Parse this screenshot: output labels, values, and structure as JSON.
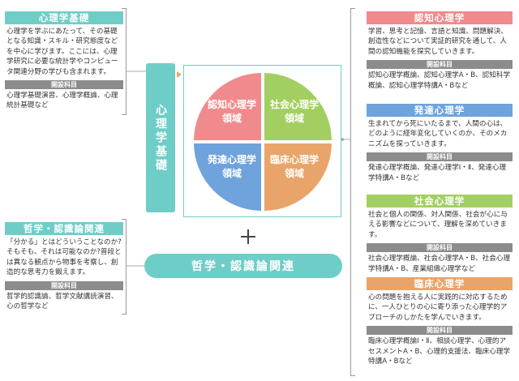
{
  "colors": {
    "teal": "#6fcdc7",
    "cognitive": "#f08a8c",
    "social": "#a3cf62",
    "developmental": "#6ea3dc",
    "clinical": "#e9a46a",
    "gray_header": "#8c8c8c"
  },
  "basics": {
    "title": "心理学基礎",
    "desc": "心理学を学ぶにあたって、その基礎となる知識・スキル・研究態度などを中心に学びます。ここには、心理学研究に必要な統計学やコンピュータ関連分野の学びも含まれます。",
    "courses_label": "開設科目",
    "courses": "心理学基礎演習、心理学概論、心理統計基礎など"
  },
  "philosophy": {
    "title": "哲学・認識論関連",
    "desc": "「分かる」とはどういうことなのか?そもそも、それは可能なのか?普段とは異なる観点から物事を考察し、創造的な思考力を鍛えます。",
    "courses_label": "開設科目",
    "courses": "哲学的認識論、哲学文献講読演習、心の哲学など"
  },
  "center": {
    "vertical_label": "心理学基礎",
    "bar_label": "哲学・認識論関連",
    "quadrants": {
      "cognitive": "認知心理学領域",
      "social": "社会心理学領域",
      "developmental": "発達心理学領域",
      "clinical": "臨床心理学領域"
    }
  },
  "right": [
    {
      "key": "cognitive",
      "title": "認知心理学",
      "desc": "学習、思考と記憶、言語と知識、問題解決、創造性などについて実証的研究を通して、人間の認知機能を探究していきます。",
      "courses_label": "開設科目",
      "courses": "認知心理学概論、認知心理学A・B、認知科学概論、認知心理学特講A・Bなど"
    },
    {
      "key": "developmental",
      "title": "発達心理学",
      "desc": "生まれてから死にいたるまで、人間の心は、どのように経年変化していくのか、そのメカニズムを探っていきます。",
      "courses_label": "開設科目",
      "courses": "発達心理学概論、発達心理学Ⅰ・Ⅱ、発達心理学特講A・Bなど"
    },
    {
      "key": "social",
      "title": "社会心理学",
      "desc": "社会と個人の関係、対人関係、社会が心に与える影響などについて、理解を深めていきます。",
      "courses_label": "開設科目",
      "courses": "社会心理学概論、社会心理学A・B、社会心理学特講A・B、産業組織心理学など"
    },
    {
      "key": "clinical",
      "title": "臨床心理学",
      "desc": "心の問題を抱える人に実践的に対応するために、一人ひとりの心に寄り添った心理学的アプローチのしかたを学んでいきます。",
      "courses_label": "開設科目",
      "courses": "臨床心理学概論Ⅰ・Ⅱ、相談心理学、心理的アセスメントA・B、心理的支援法、臨床心理学特講A・Bなど"
    }
  ]
}
